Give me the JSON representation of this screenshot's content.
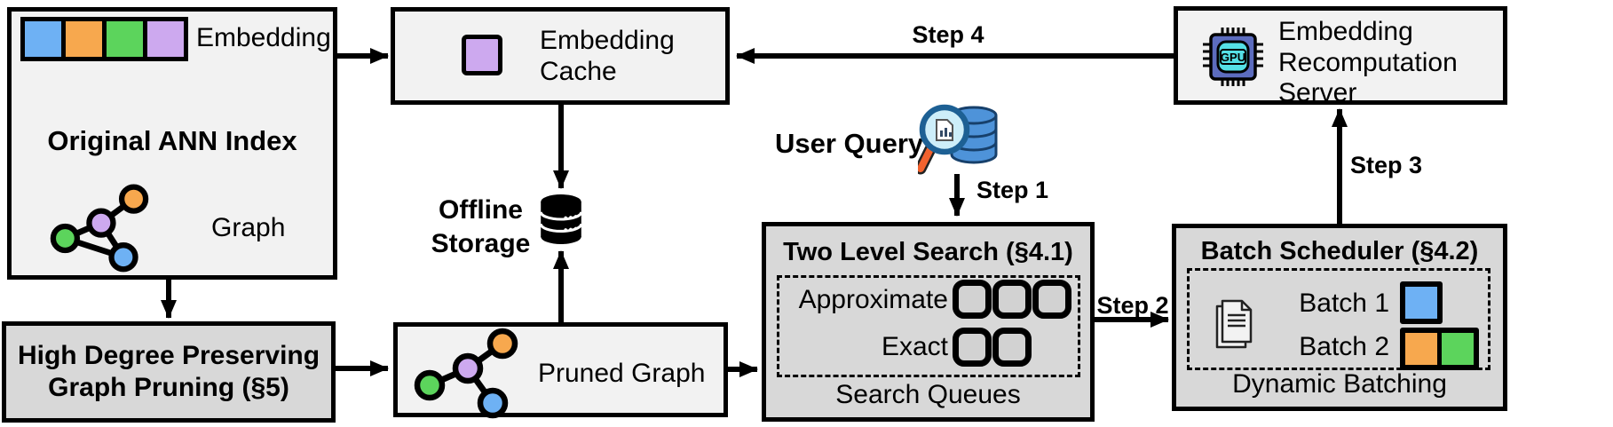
{
  "colors": {
    "blue": "#6EB1F4",
    "orange": "#F7A84E",
    "green": "#5CD45C",
    "purple": "#CDA9EF",
    "box_light": "#F2F2F2",
    "box_dark": "#D8D8D8"
  },
  "ann_index": {
    "embedding_label": "Embedding",
    "title": "Original ANN Index",
    "graph_label": "Graph"
  },
  "embedding_cache": {
    "label": "Embedding Cache"
  },
  "offline_storage": {
    "label": "Offline Storage"
  },
  "user_query": {
    "label": "User Query"
  },
  "recompute_server": {
    "label": "Embedding Recomputation Server",
    "chip_label": "GPU"
  },
  "two_level_search": {
    "title": "Two Level Search (§4.1)",
    "approximate_label": "Approximate",
    "exact_label": "Exact",
    "caption": "Search Queues"
  },
  "batch_scheduler": {
    "title": "Batch Scheduler (§4.2)",
    "batch1_label": "Batch 1",
    "batch2_label": "Batch 2",
    "caption": "Dynamic Batching"
  },
  "graph_pruning": {
    "title": "High Degree Preserving Graph Pruning (§5)"
  },
  "pruned_graph": {
    "label": "Pruned Graph"
  },
  "steps": {
    "step1": "Step 1",
    "step2": "Step 2",
    "step3": "Step 3",
    "step4": "Step 4"
  }
}
